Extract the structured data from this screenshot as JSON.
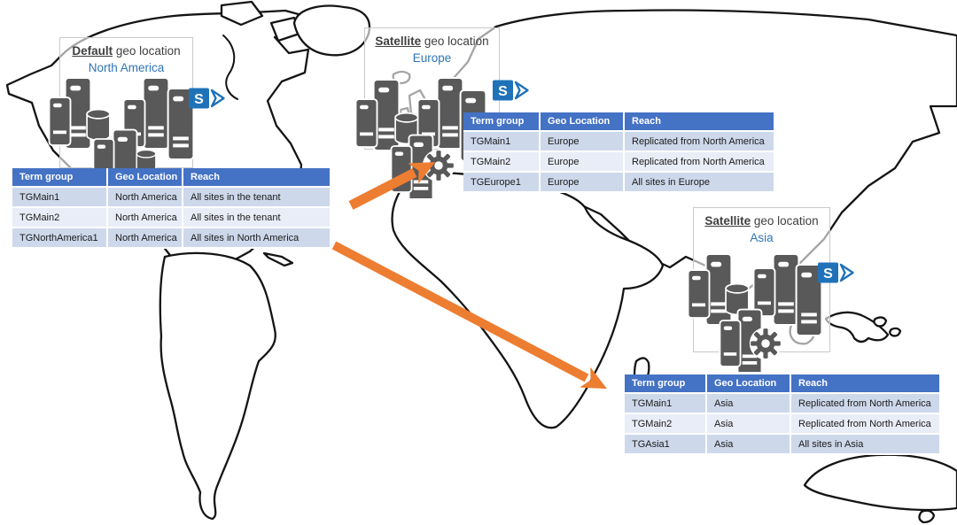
{
  "locations": [
    {
      "kind": "Default",
      "kind_suffix": " geo location",
      "name": "North America",
      "table": {
        "headers": [
          "Term group",
          "Geo Location",
          "Reach"
        ],
        "rows": [
          [
            "TGMain1",
            "North America",
            "All sites in the tenant"
          ],
          [
            "TGMain2",
            "North America",
            "All sites in the tenant"
          ],
          [
            "TGNorthAmerica1",
            "North America",
            "All sites in North America"
          ]
        ]
      }
    },
    {
      "kind": "Satellite",
      "kind_suffix": " geo location",
      "name": "Europe",
      "table": {
        "headers": [
          "Term group",
          "Geo Location",
          "Reach"
        ],
        "rows": [
          [
            "TGMain1",
            "Europe",
            "Replicated from North America"
          ],
          [
            "TGMain2",
            "Europe",
            "Replicated from North America"
          ],
          [
            "TGEurope1",
            "Europe",
            "All sites in Europe"
          ]
        ]
      }
    },
    {
      "kind": "Satellite",
      "kind_suffix": " geo location",
      "name": "Asia",
      "table": {
        "headers": [
          "Term group",
          "Geo Location",
          "Reach"
        ],
        "rows": [
          [
            "TGMain1",
            "Asia",
            "Replicated from North America"
          ],
          [
            "TGMain2",
            "Asia",
            "Replicated from North America"
          ],
          [
            "TGAsia1",
            "Asia",
            "All sites in Asia"
          ]
        ]
      }
    }
  ],
  "icons": {
    "sharepoint_letter": "S"
  },
  "colors": {
    "table_header_blue": "#4472C4",
    "row_band_dark": "#CDD8EB",
    "row_band_light": "#E9EDF7",
    "arrow_orange": "#ED7D31",
    "server_gray": "#595959",
    "location_name_blue": "#2E75B6",
    "sharepoint_blue": "#1F72B8"
  }
}
